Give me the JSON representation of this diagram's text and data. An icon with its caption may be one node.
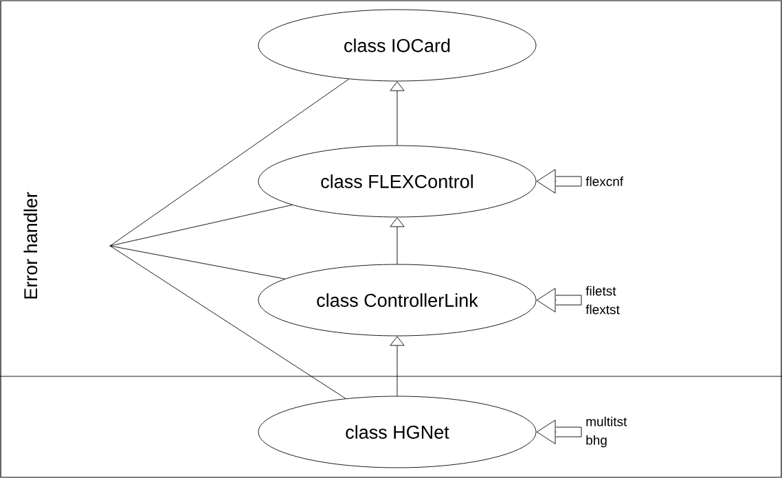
{
  "diagram": {
    "nodes": [
      {
        "text": [
          "class IOCard"
        ]
      },
      {
        "text": [
          "class FLEXControl"
        ]
      },
      {
        "text": [
          "class ControllerLink"
        ]
      },
      {
        "text": [
          "class HGNet"
        ]
      },
      {
        "text": [
          "Error handler"
        ]
      },
      {
        "text": [
          "flexcnf"
        ]
      },
      {
        "text": [
          "filetst",
          "flextst"
        ]
      },
      {
        "text": [
          "multitst",
          "bhg"
        ]
      }
    ],
    "edges": [
      {
        "from": 1,
        "to": 0,
        "arrow": "to"
      },
      {
        "from": 2,
        "to": 1,
        "arrow": "to"
      },
      {
        "from": 3,
        "to": 2,
        "arrow": "to"
      },
      {
        "from": 4,
        "to": 0,
        "arrow": "none"
      },
      {
        "from": 4,
        "to": 1,
        "arrow": "none"
      },
      {
        "from": 4,
        "to": 2,
        "arrow": "none"
      },
      {
        "from": 4,
        "to": 3,
        "arrow": "none"
      },
      {
        "from": 5,
        "to": 1,
        "arrow": "to"
      },
      {
        "from": 6,
        "to": 2,
        "arrow": "to"
      },
      {
        "from": 7,
        "to": 3,
        "arrow": "to"
      }
    ]
  }
}
